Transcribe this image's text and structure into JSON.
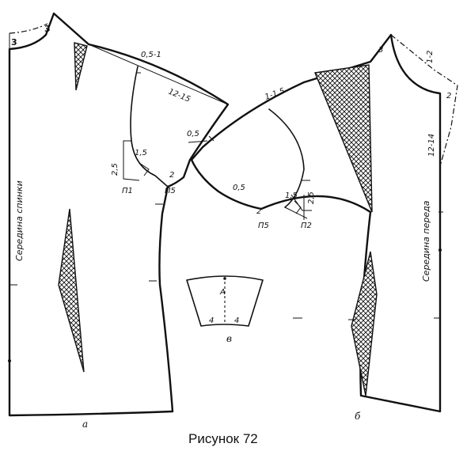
{
  "caption": "Рисунок 72",
  "back": {
    "center_label": "Середина спинки",
    "letter": "а",
    "neck_top": "3",
    "neck_side": "3",
    "sleeve_cap": "0,5-1",
    "sleeve_length": "12-15",
    "sleeve_edge": "0,5",
    "corner": "1,5",
    "height": "2,5",
    "underarm": "2",
    "point_p1": "П1",
    "point_p5": "П5"
  },
  "front": {
    "center_label": "Середина переда",
    "letter": "б",
    "neck_top": "3",
    "neck_offset": "1-2",
    "neck_depth": "2",
    "side_length": "12-14",
    "sleeve_cap": "1-1,5",
    "sleeve_edge": "0,5",
    "corner": "1,5",
    "height": "2,5",
    "underarm": "2",
    "point_p5": "П5",
    "point_p2": "П2"
  },
  "gusset": {
    "letter": "в",
    "top_mark": "А",
    "left": "4",
    "right": "4"
  }
}
